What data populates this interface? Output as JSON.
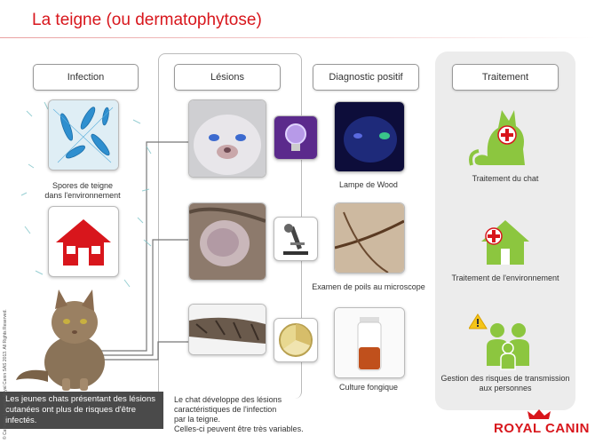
{
  "title": "La teigne (ou dermatophytose)",
  "columns": {
    "infection": "Infection",
    "lesions": "Lésions",
    "diagnostic": "Diagnostic positif",
    "traitement": "Traitement"
  },
  "infection": {
    "spores_caption": "Spores de teigne\ndans l'environnement"
  },
  "lesions": {
    "description": "Le chat développe des lésions\ncaractéristiques de l'infection\npar la teigne.\nCelles-ci peuvent être très variables."
  },
  "diagnostic": {
    "wood": "Lampe de Wood",
    "microscope": "Examen de poils au microscope",
    "culture": "Culture fongique"
  },
  "traitement": {
    "chat": "Traitement du chat",
    "environnement": "Traitement de l'environnement",
    "risques": "Gestion des risques de transmission\naux personnes"
  },
  "bottom_note": "Les jeunes chats présentant des lésions\ncutanées ont plus de risques d'être infectés.",
  "copyright": "© Catherine Lagarde Royal Canin SAS 2013. All Rights Reserved.",
  "brand": "ROYAL CANIN",
  "colors": {
    "title_red": "#d8161c",
    "house_red": "#d8161c",
    "treatment_green": "#8cc63f",
    "panel_gray": "#ececec"
  }
}
